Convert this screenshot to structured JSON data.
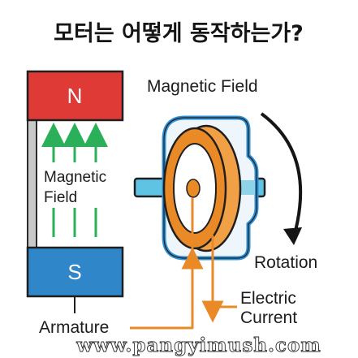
{
  "title": "모터는 어떻게 동작하는가?",
  "labels": {
    "pole_north": "N",
    "pole_south": "S",
    "magnetic_field_left_line1": "Magnetic",
    "magnetic_field_left_line2": "Field",
    "magnetic_field_top": "Magnetic Field",
    "rotation": "Rotation",
    "electric_current_line1": "Electric",
    "electric_current_line2": "Current",
    "armature": "Armature"
  },
  "watermark": "www.pangyimush.com",
  "colors": {
    "north_pole": "#e03a36",
    "south_pole": "#2f87c9",
    "field_arrows": "#2bb05a",
    "coil_orange": "#e98a26",
    "housing_blue": "#2f8fd3",
    "shaft_blue": "#5fc3e4",
    "frame_gray": "#c9c9c9"
  }
}
